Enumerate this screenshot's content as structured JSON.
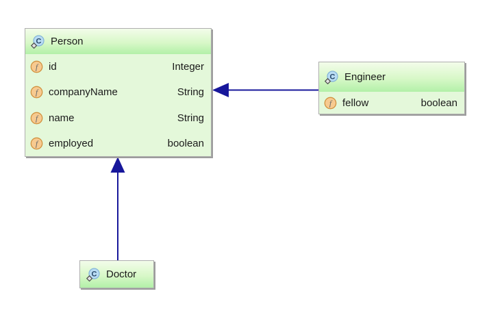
{
  "diagram": {
    "classes": [
      {
        "name": "Person",
        "fields": [
          {
            "name": "id",
            "type": "Integer"
          },
          {
            "name": "companyName",
            "type": "String"
          },
          {
            "name": "name",
            "type": "String"
          },
          {
            "name": "employed",
            "type": "boolean"
          }
        ]
      },
      {
        "name": "Engineer",
        "fields": [
          {
            "name": "fellow",
            "type": "boolean"
          }
        ]
      },
      {
        "name": "Doctor",
        "fields": []
      }
    ],
    "relations": [
      {
        "from": "Engineer",
        "to": "Person",
        "type": "generalization"
      },
      {
        "from": "Doctor",
        "to": "Person",
        "type": "generalization"
      }
    ],
    "icons": {
      "class_letter": "C",
      "field_letter": "f"
    },
    "colors": {
      "header_gradient_top": "#f3fcea",
      "header_gradient_bottom": "#b2f0a8",
      "body_background": "#e4f8da",
      "box_border": "#aeaeae",
      "box_shadow": "#9c9c9c",
      "arrow": "#17179b",
      "class_icon_fill": "#b9dcf3",
      "class_icon_border": "#82b3d8",
      "class_icon_letter_color": "#27486b",
      "field_icon_fill": "#f7ca90",
      "field_icon_border": "#d1913e",
      "field_icon_letter_color": "#6a6a6a",
      "text": "#1a1a1a"
    }
  }
}
